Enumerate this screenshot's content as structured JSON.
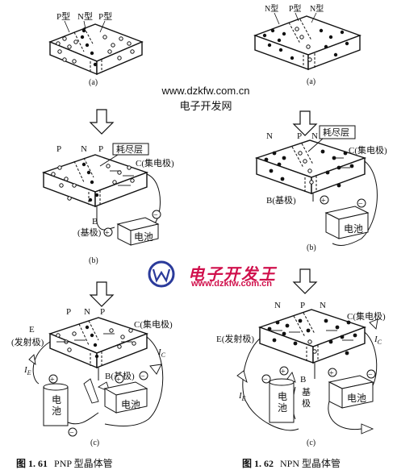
{
  "watermark": {
    "url": "www.dzkfw.com.cn",
    "name": "电子开发网",
    "logo_text": "电子开发王",
    "logo_url": "www.dzkfw.com.cn",
    "logo_color": "#d0104c",
    "logo_icon_color": "#2a3a9a"
  },
  "pnp": {
    "a": {
      "labels": [
        "P型",
        "N型",
        "P型"
      ],
      "sub": "(a)"
    },
    "b": {
      "labels": [
        "P",
        "N",
        "P"
      ],
      "callout": "耗尽层",
      "collector": "C(集电极)",
      "base_letter": "B",
      "base_name": "(基极)",
      "battery": "电池",
      "plus": "+",
      "minus": "−",
      "sub": "(b)"
    },
    "c": {
      "labels": [
        "P",
        "N",
        "P"
      ],
      "emitter_letter": "E",
      "emitter_name": "(发射极)",
      "collector": "C(集电极)",
      "base": "B(基极)",
      "ie": "I",
      "ie_sub": "E",
      "ic": "I",
      "ic_sub": "C",
      "battery1": "电\n池",
      "battery2": "电池",
      "plus": "+",
      "minus": "−",
      "sub": "(c)"
    },
    "caption_num": "图 1. 61",
    "caption_text": "PNP 型晶体管"
  },
  "npn": {
    "a": {
      "labels": [
        "N型",
        "P型",
        "N型"
      ],
      "sub": "(a)"
    },
    "b": {
      "labels": [
        "N",
        "P",
        "N"
      ],
      "callout": "耗尽层",
      "collector": "C(集电极)",
      "base": "B(基极)",
      "battery": "电池",
      "plus": "+",
      "minus": "−",
      "sub": "(b)"
    },
    "c": {
      "labels": [
        "N",
        "P",
        "N"
      ],
      "emitter": "E(发射极)",
      "collector": "C(集电极)",
      "base_letter": "B",
      "base_name": "基\n极",
      "ie": "I",
      "ie_sub": "E",
      "ic": "I",
      "ic_sub": "C",
      "battery1": "电\n池",
      "battery2": "电池",
      "plus": "+",
      "minus": "−",
      "sub": "(c)"
    },
    "caption_num": "图 1. 62",
    "caption_text": "NPN 型晶体管"
  }
}
